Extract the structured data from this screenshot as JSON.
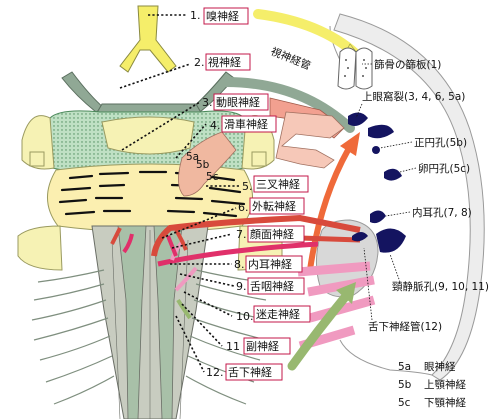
{
  "nerves": [
    {
      "num": "1.",
      "name": "嗅神経"
    },
    {
      "num": "2.",
      "name": "視神経"
    },
    {
      "num": "3.",
      "name": "動眼神経"
    },
    {
      "num": "4.",
      "name": "滑車神経"
    },
    {
      "num": "5.",
      "name": "三叉神経"
    },
    {
      "num": "6.",
      "name": "外転神経"
    },
    {
      "num": "7.",
      "name": "顔面神経"
    },
    {
      "num": "8.",
      "name": "内耳神経"
    },
    {
      "num": "9.",
      "name": "舌咽神経"
    },
    {
      "num": "10.",
      "name": "迷走神経"
    },
    {
      "num": "11",
      "name": "副神経"
    },
    {
      "num": "12.",
      "name": "舌下神経"
    }
  ],
  "skull_labels": {
    "optic_canal": "視神経管",
    "cribriform": "篩骨の篩板(1)",
    "sup_orbital_fissure": "上眼窩裂(3, 4, 6, 5a)",
    "foramen_rotundum": "正円孔(5b)",
    "foramen_ovale": "卵円孔(5c)",
    "internal_acoustic": "内耳孔(7, 8)",
    "jugular_foramen": "頸静脈孔(9, 10, 11)",
    "hypoglossal_canal": "舌下神経管(12)"
  },
  "trigeminal_branches": {
    "a": "5a",
    "b": "5b",
    "c": "5c"
  },
  "legend": [
    {
      "code": "5a",
      "name": "眼神経"
    },
    {
      "code": "5b",
      "name": "上顎神経"
    },
    {
      "code": "5c",
      "name": "下顎神経"
    }
  ],
  "colors": {
    "olfactory": "#f5ee6a",
    "optic": "#90a895",
    "oculomotor": "#f2a090",
    "trigeminal": "#f0b8a0",
    "facial": "#d84a3c",
    "vestibulocochlear": "#e0306a",
    "glossopharyngeal": "#f09ac0",
    "hypoglossal": "#98b870",
    "brainstem": "#f6f2b4",
    "pons": "#fbefb0",
    "label_border": "#c3174a",
    "foramen_marker": "#141460"
  }
}
